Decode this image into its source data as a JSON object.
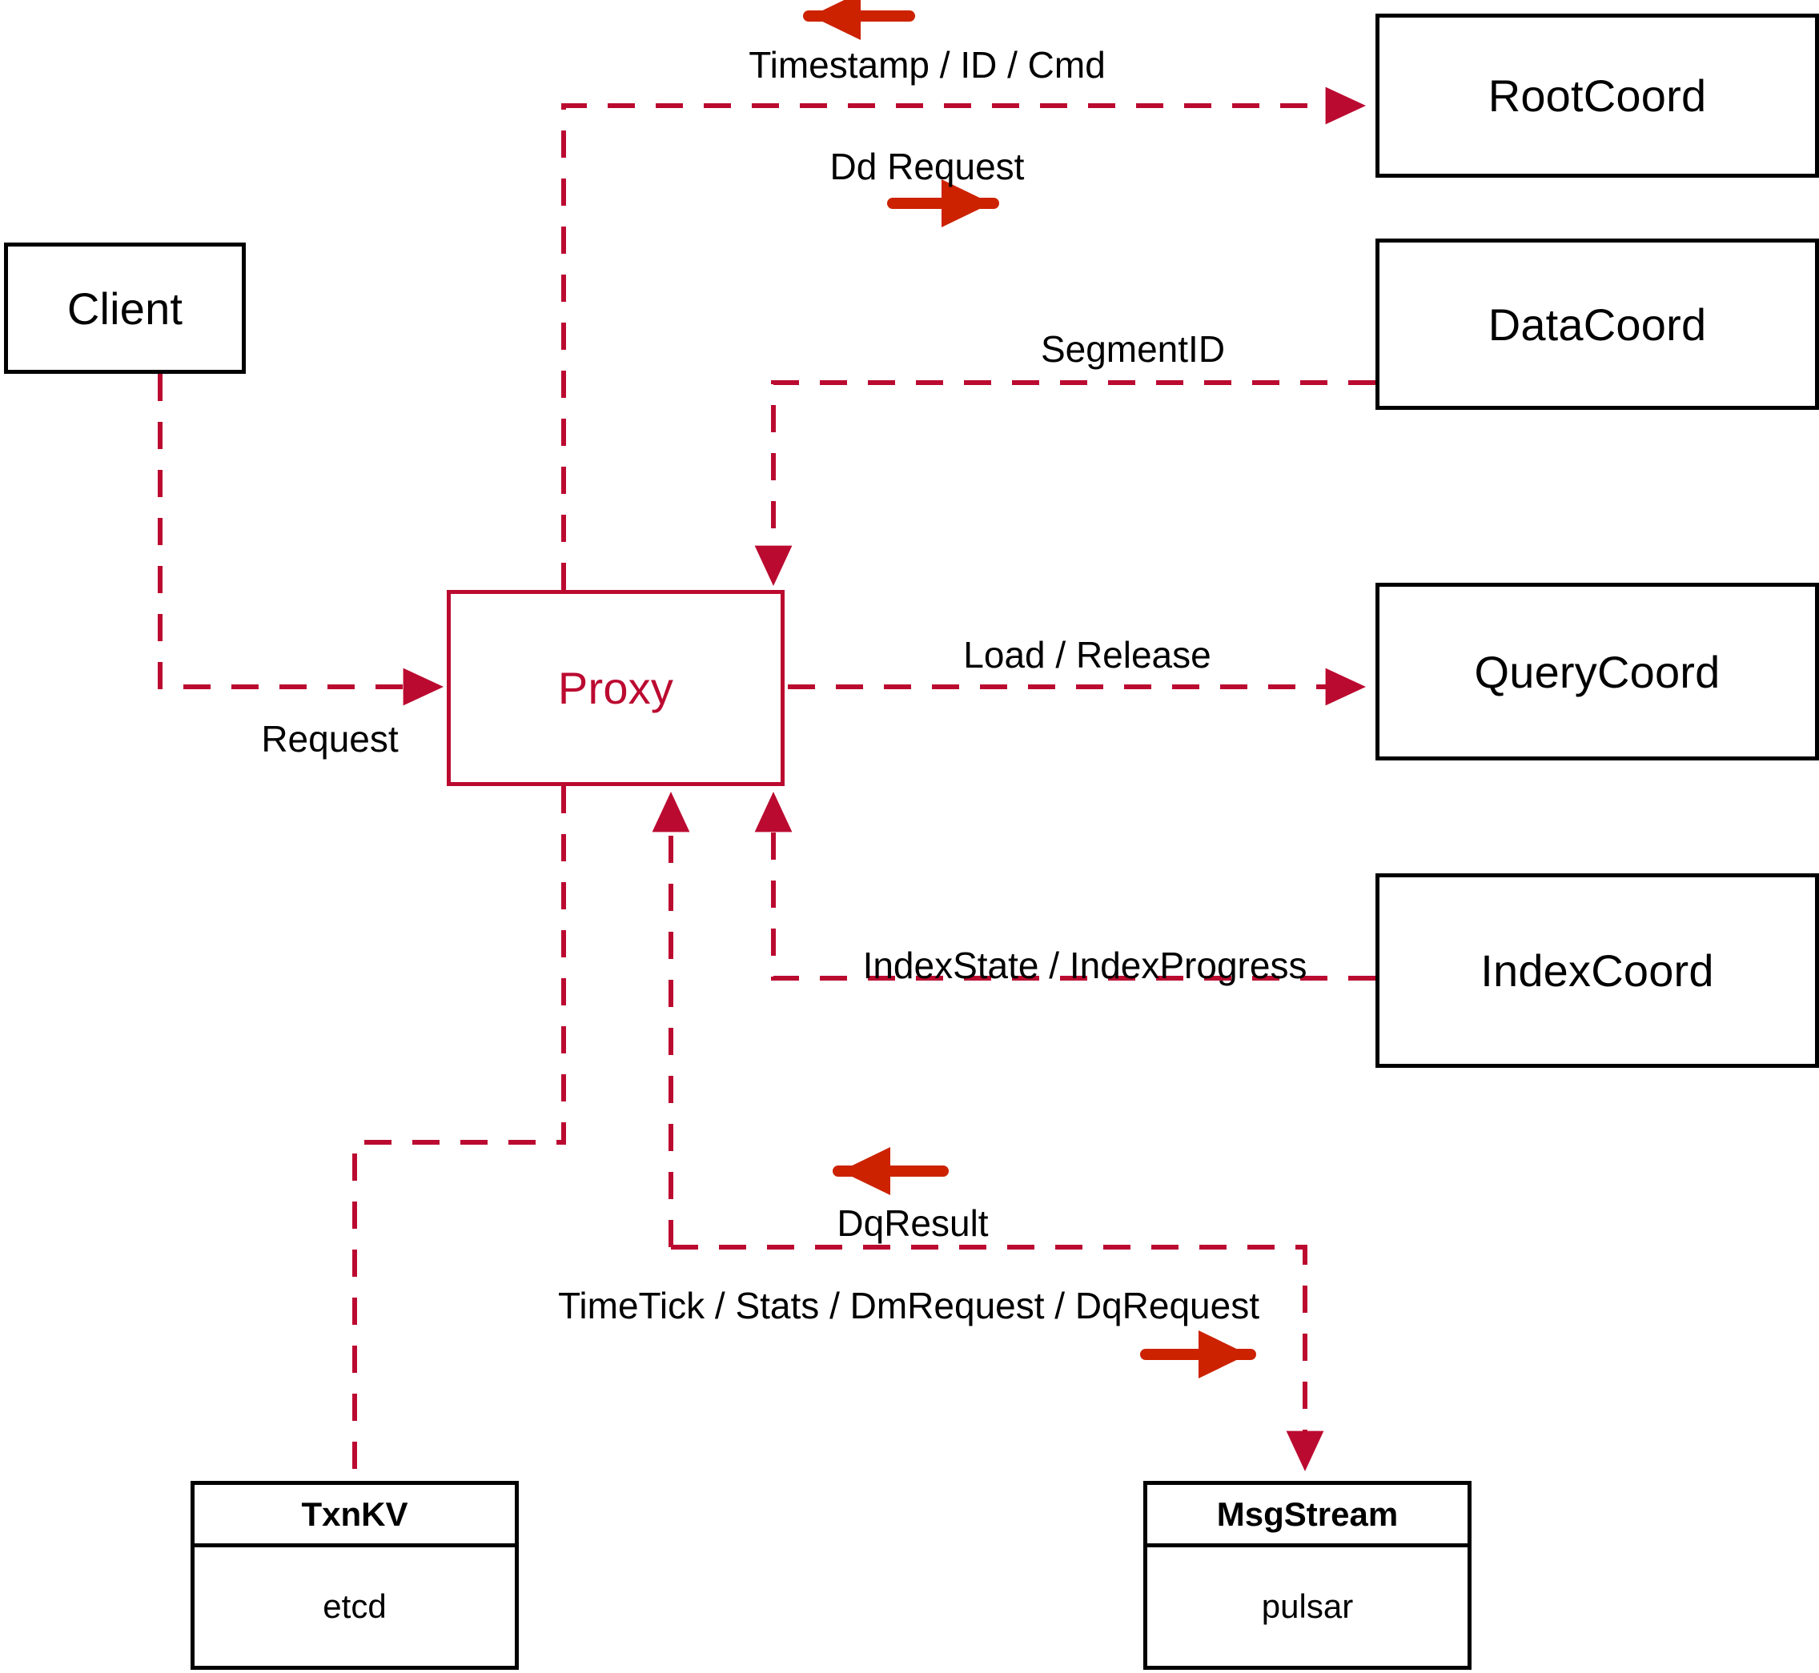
{
  "diagram": {
    "title": "Milvus Proxy interaction diagram",
    "colors": {
      "line": "#BB0A30",
      "arrow_accent": "#CC2200",
      "box_border": "#000000",
      "proxy_border": "#BB0A30",
      "proxy_text": "#BB0A30",
      "background": "#FFFFFF",
      "label_text": "#000000"
    }
  },
  "nodes": {
    "client": {
      "label": "Client"
    },
    "proxy": {
      "label": "Proxy"
    },
    "root_coord": {
      "label": "RootCoord"
    },
    "data_coord": {
      "label": "DataCoord"
    },
    "query_coord": {
      "label": "QueryCoord"
    },
    "index_coord": {
      "label": "IndexCoord"
    },
    "txn_kv": {
      "title": "TxnKV",
      "sub": "etcd"
    },
    "msg_stream": {
      "title": "MsgStream",
      "sub": "pulsar"
    }
  },
  "edge_labels": {
    "timestamp_id_cmd": "Timestamp / ID / Cmd",
    "dd_request": "Dd Request",
    "segment_id": "SegmentID",
    "request": "Request",
    "load_release": "Load / Release",
    "index_state_progress": "IndexState / IndexProgress",
    "dq_result": "DqResult",
    "timetick_stats": "TimeTick / Stats / DmRequest / DqRequest"
  }
}
